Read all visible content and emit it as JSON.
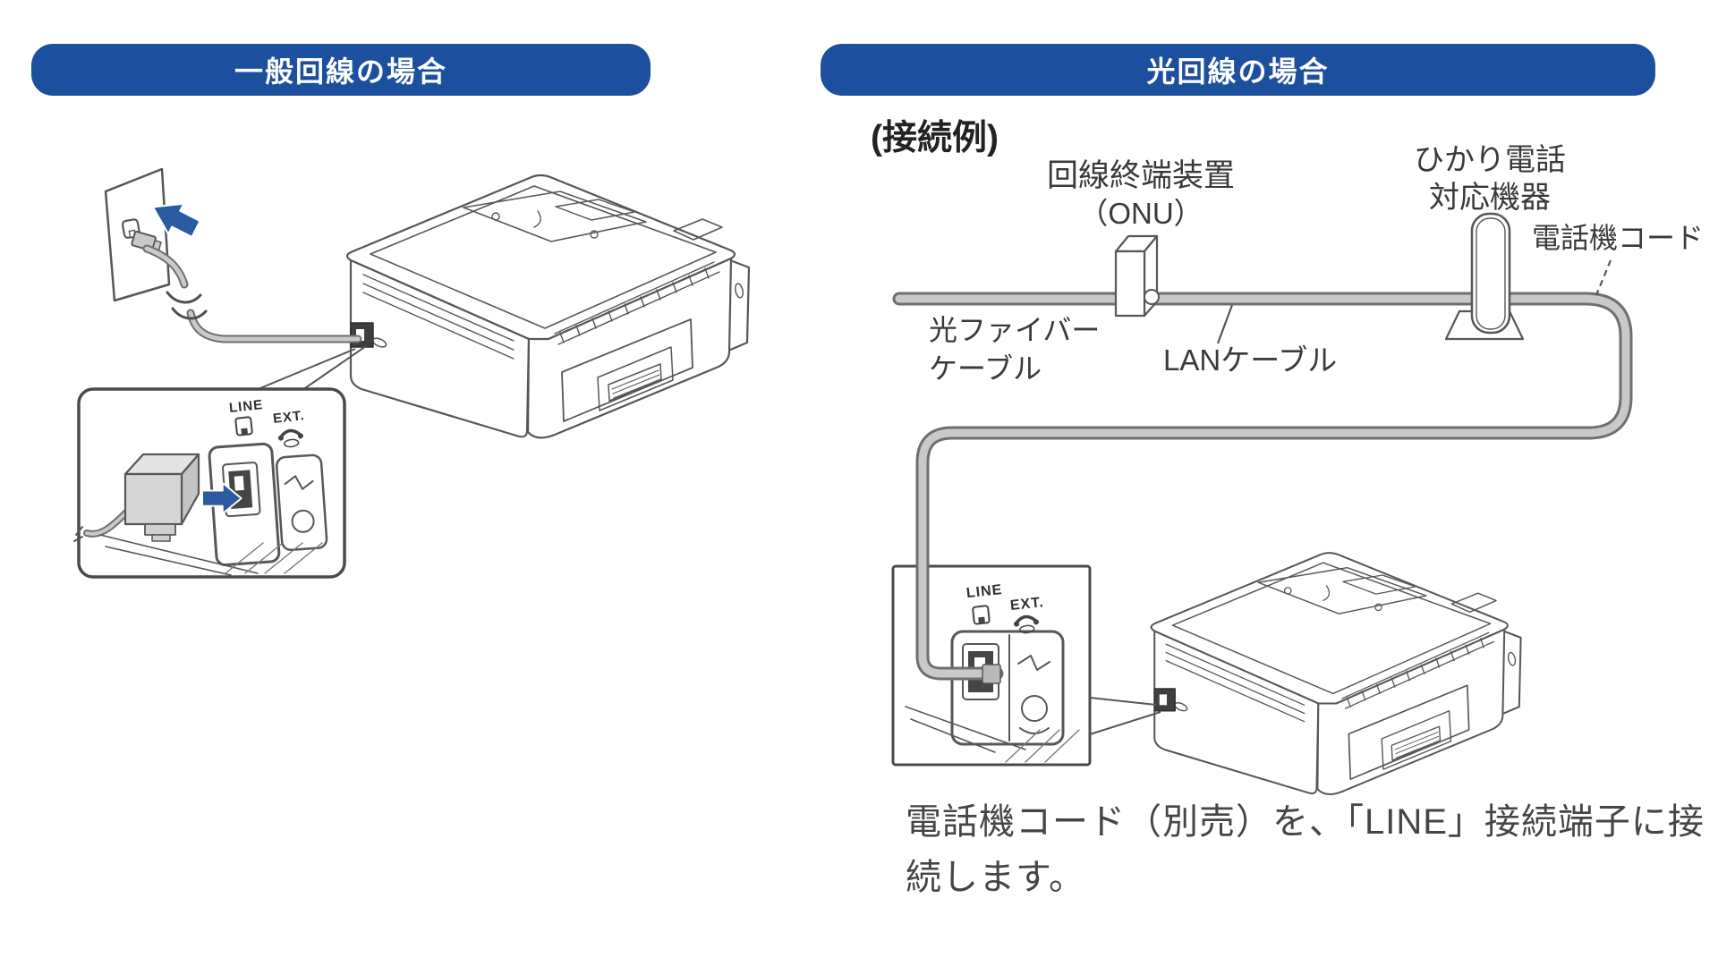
{
  "colors": {
    "banner_bg": "#1c4f9d",
    "banner_text": "#ffffff",
    "accent_arrow_blue": "#2b5aa1",
    "line_art_gray": "#575757",
    "cable_fill": "#c9c9c9",
    "cable_edge": "#6f6f6f",
    "body_text": "#454545"
  },
  "icons": {
    "insert_arrow": "arrow-right-icon",
    "wall_arrow": "arrow-up-left-icon",
    "line_port": "phone-jack-icon",
    "ext_port": "telephone-icon"
  },
  "left_panel": {
    "title": "一般回線の場合",
    "inset": {
      "line_label": "LINE",
      "ext_label": "EXT."
    }
  },
  "right_panel": {
    "title": "光回線の場合",
    "example_label": "(接続例)",
    "onu_label_line1": "回線終端装置",
    "onu_label_line2": "（ONU）",
    "hikari_label_line1": "ひかり電話",
    "hikari_label_line2": "対応機器",
    "phone_cord_label": "電話機コード",
    "fiber_label_line1": "光ファイバー",
    "fiber_label_line2": "ケーブル",
    "lan_label": "LANケーブル",
    "inset": {
      "line_label": "LINE",
      "ext_label": "EXT."
    },
    "caption_line1": "電話機コード（別売）を、「LINE」接続端子に接",
    "caption_line2": "続します。"
  }
}
